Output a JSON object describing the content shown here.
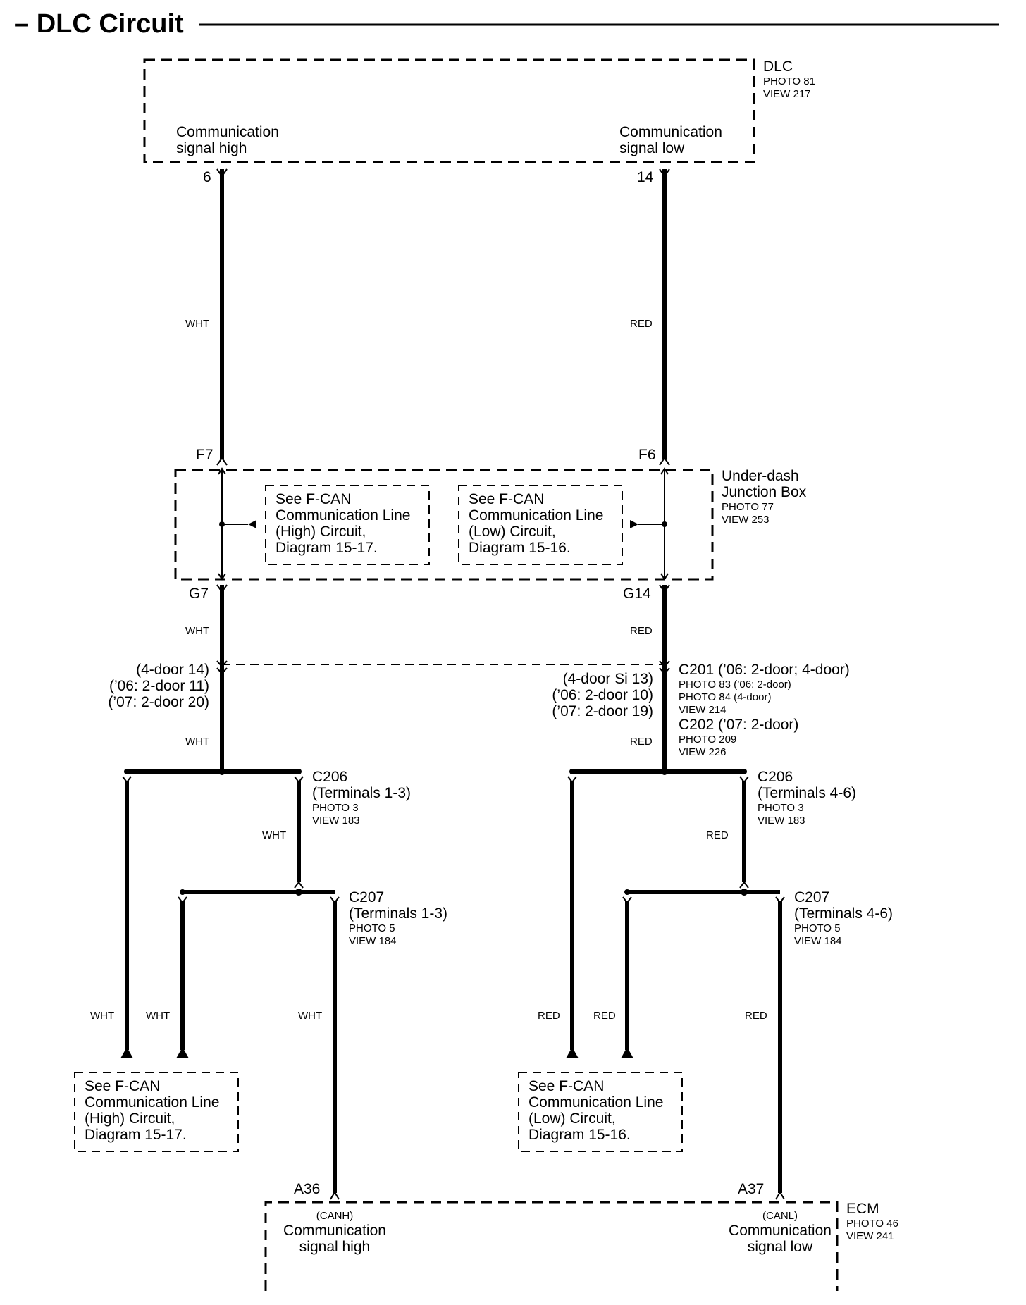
{
  "title": "– DLC Circuit",
  "dlc": {
    "name": "DLC",
    "photo": "PHOTO 81",
    "view": "VIEW 217",
    "left_label_1": "Communication",
    "left_label_2": "signal high",
    "right_label_1": "Communication",
    "right_label_2": "signal low",
    "pin_left": "6",
    "pin_right": "14"
  },
  "wires": {
    "wht": "WHT",
    "red": "RED"
  },
  "junction_box": {
    "name_1": "Under-dash",
    "name_2": "Junction Box",
    "photo": "PHOTO 77",
    "view": "VIEW 253",
    "pin_top_left": "F7",
    "pin_top_right": "F6",
    "pin_bottom_left": "G7",
    "pin_bottom_right": "G14"
  },
  "ref_high": [
    "See F-CAN",
    "Communication Line",
    "(High) Circuit,",
    "Diagram 15-17."
  ],
  "ref_low": [
    "See F-CAN",
    "Communication Line",
    "(Low) Circuit,",
    "Diagram 15-16."
  ],
  "c201": {
    "left_pins": [
      "(4-door 14)",
      "(’06: 2-door 11)",
      "(’07: 2-door 20)"
    ],
    "right_pins": [
      "(4-door Si 13)",
      "(’06: 2-door 10)",
      "(’07: 2-door 19)"
    ],
    "name": "C201 (’06: 2-door; 4-door)",
    "photo_a": "PHOTO 83 (’06: 2-door)",
    "photo_b": "PHOTO 84 (4-door)",
    "view": "VIEW 214",
    "c202_name": "C202 (’07: 2-door)",
    "c202_photo": "PHOTO 209",
    "c202_view": "VIEW 226"
  },
  "c206_left": {
    "name": "C206",
    "terminals": "(Terminals 1-3)",
    "photo": "PHOTO 3",
    "view": "VIEW 183"
  },
  "c206_right": {
    "name": "C206",
    "terminals": "(Terminals 4-6)",
    "photo": "PHOTO 3",
    "view": "VIEW 183"
  },
  "c207_left": {
    "name": "C207",
    "terminals": "(Terminals 1-3)",
    "photo": "PHOTO 5",
    "view": "VIEW 184"
  },
  "c207_right": {
    "name": "C207",
    "terminals": "(Terminals 4-6)",
    "photo": "PHOTO 5",
    "view": "VIEW 184"
  },
  "ecm": {
    "name": "ECM",
    "photo": "PHOTO 46",
    "view": "VIEW 241",
    "pin_left": "A36",
    "pin_right": "A37",
    "left_sub": "(CANH)",
    "left_label_1": "Communication",
    "left_label_2": "signal high",
    "right_sub": "(CANL)",
    "right_label_1": "Communication",
    "right_label_2": "signal low"
  }
}
